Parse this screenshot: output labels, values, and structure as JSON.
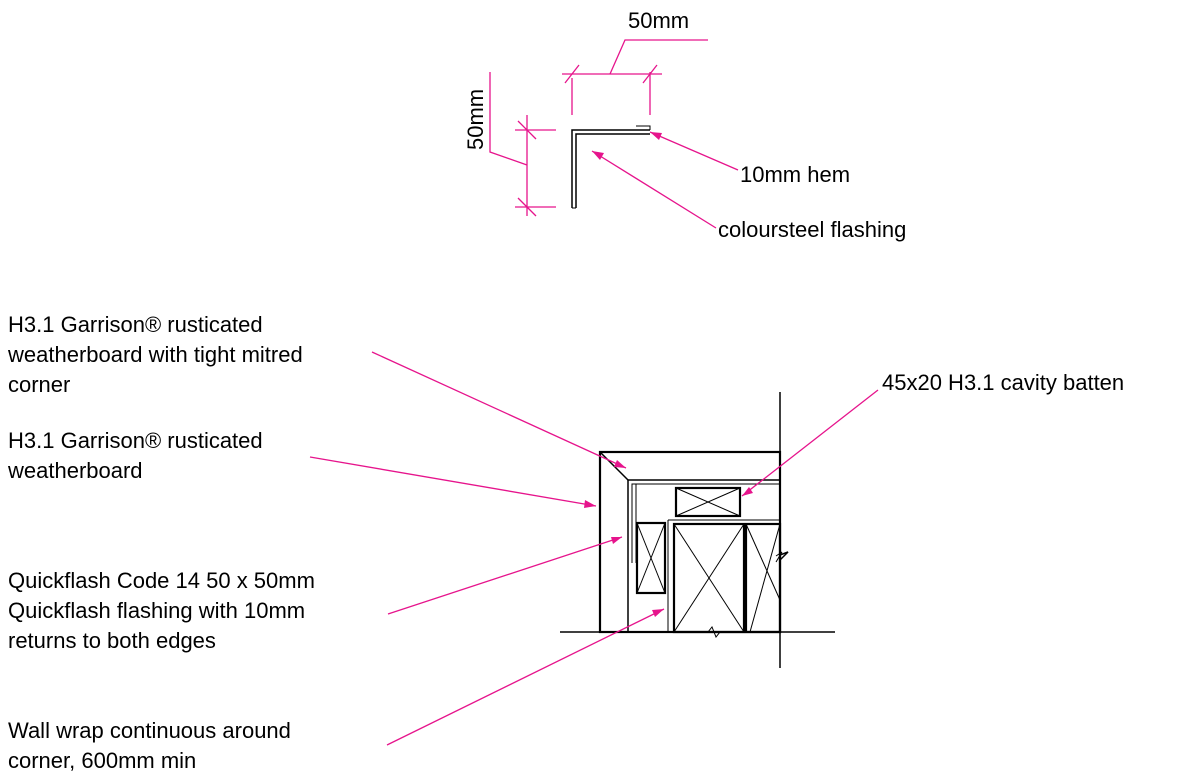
{
  "colors": {
    "leader": "#e6148c",
    "linework": "#000000",
    "background": "#ffffff"
  },
  "flashing_detail": {
    "dim_width": "50mm",
    "dim_height": "50mm",
    "hem_label": "10mm hem",
    "material_label": "coloursteel flashing"
  },
  "labels": {
    "mitred_weatherboard": [
      "H3.1 Garrison® rusticated",
      "weatherboard with tight mitred",
      "corner"
    ],
    "weatherboard": [
      "H3.1 Garrison® rusticated",
      "weatherboard"
    ],
    "quickflash": [
      "Quickflash Code 14 50 x 50mm",
      "Quickflash flashing with 10mm",
      "returns to both edges"
    ],
    "wall_wrap": [
      "Wall wrap continuous around",
      "corner, 600mm min"
    ],
    "cavity_batten": "45x20 H3.1 cavity batten"
  }
}
